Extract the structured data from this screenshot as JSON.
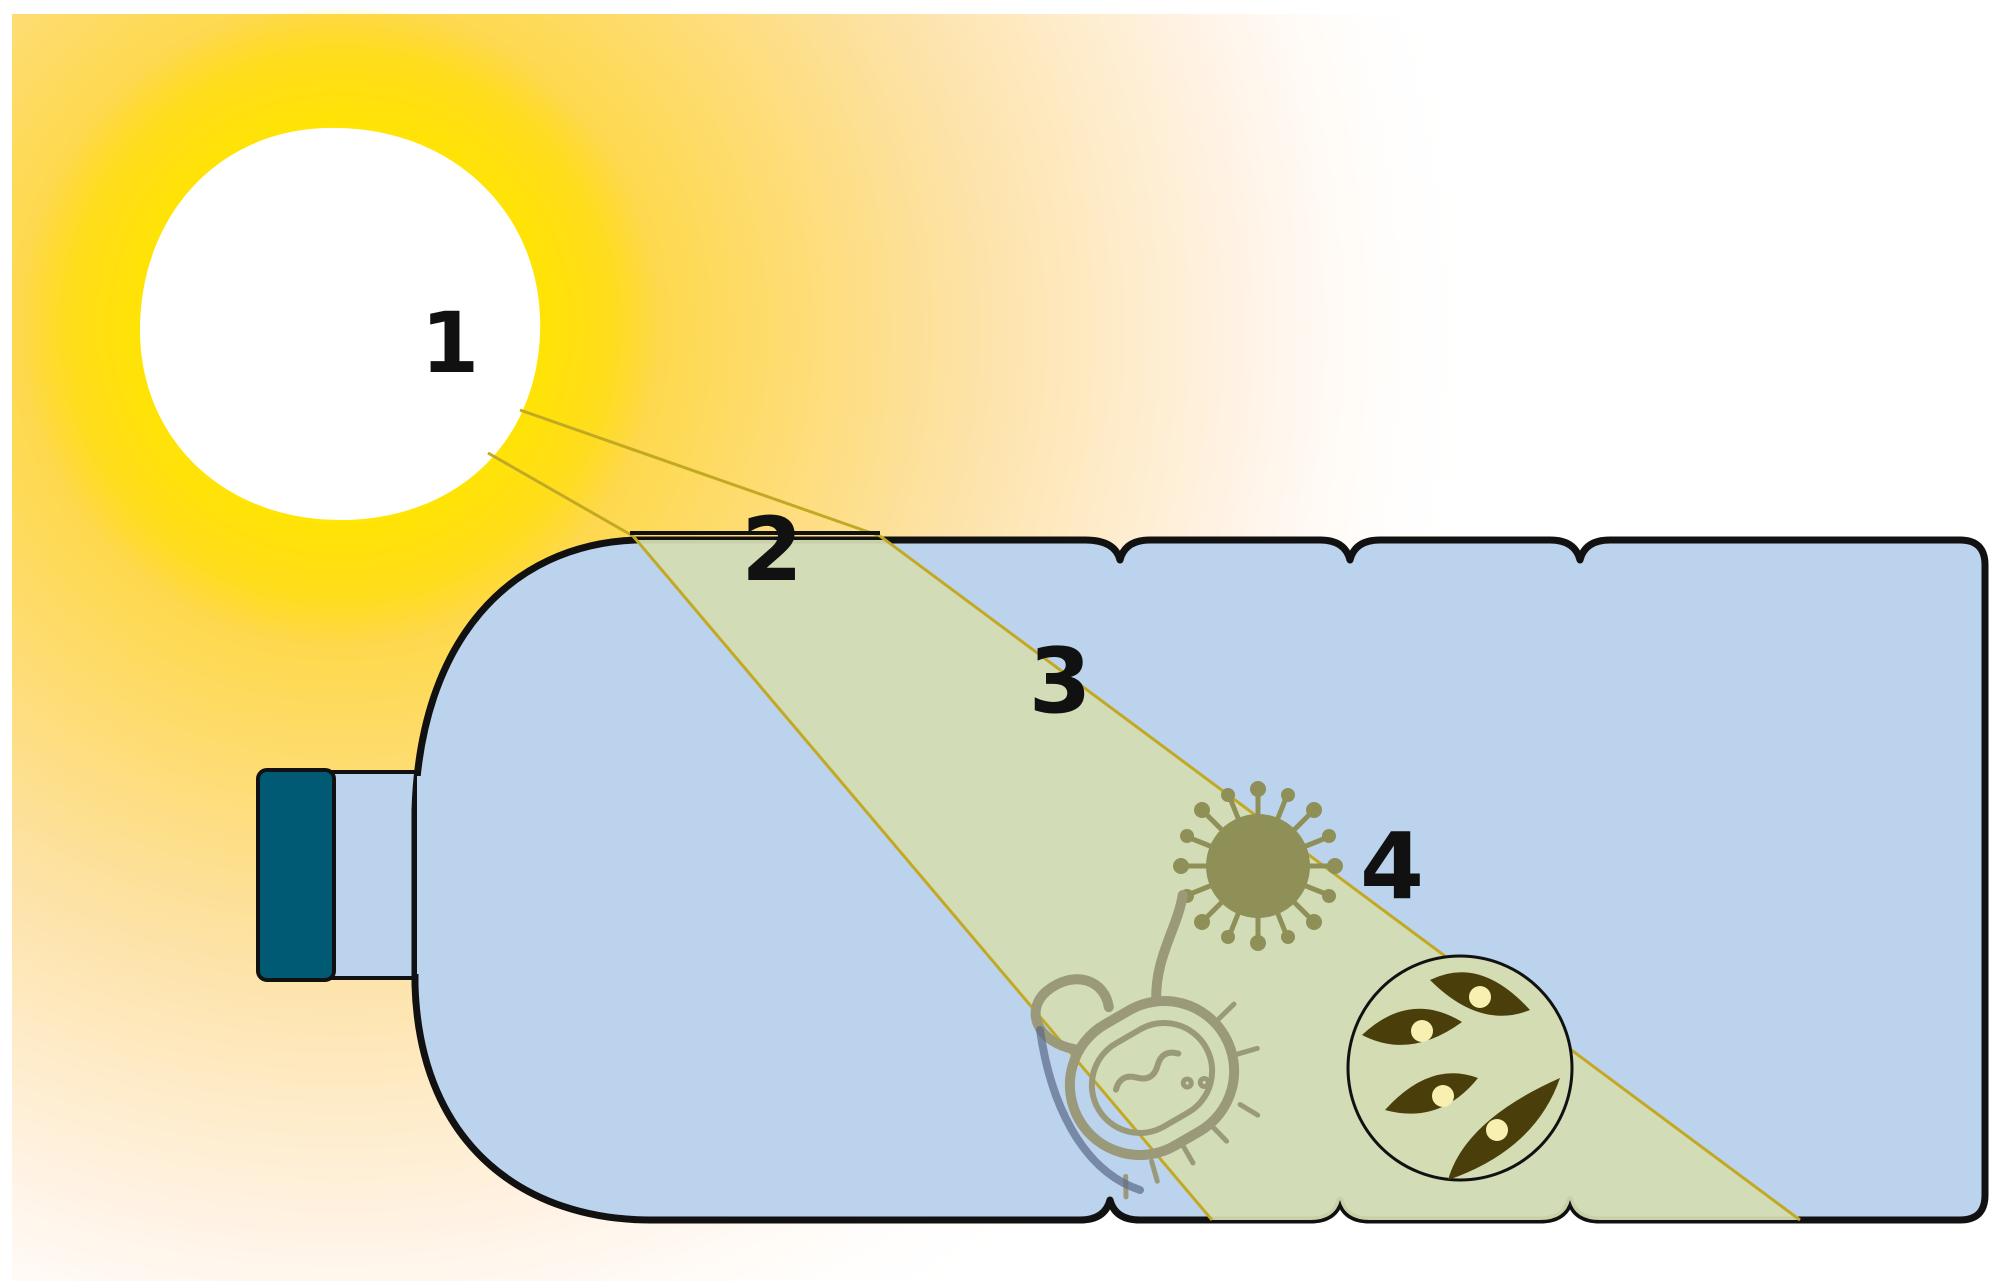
{
  "diagram": {
    "steps": [
      {
        "id": "sun",
        "label": "1"
      },
      {
        "id": "surface",
        "label": "2"
      },
      {
        "id": "water",
        "label": "3"
      },
      {
        "id": "microbes",
        "label": "4"
      }
    ],
    "colors": {
      "sun_core": "#ffffff",
      "sun_glow": "#ffe600",
      "sky_warm": "#fdd27a",
      "bottle_water": "#bcd3ee",
      "bottle_outline": "#111111",
      "cap": "#005a74",
      "light_beam": "#d3dcb2",
      "beam_edge": "#c3a923",
      "virus": "#8e9058",
      "bacterium": "#9a9a7a",
      "parasite_dark": "#4a3e0b",
      "parasite_dot": "#f7f0b0"
    },
    "icons": [
      "sun-icon",
      "virus-icon",
      "bacterium-icon",
      "parasite-cyst-icon",
      "bottle-cap-icon"
    ]
  }
}
